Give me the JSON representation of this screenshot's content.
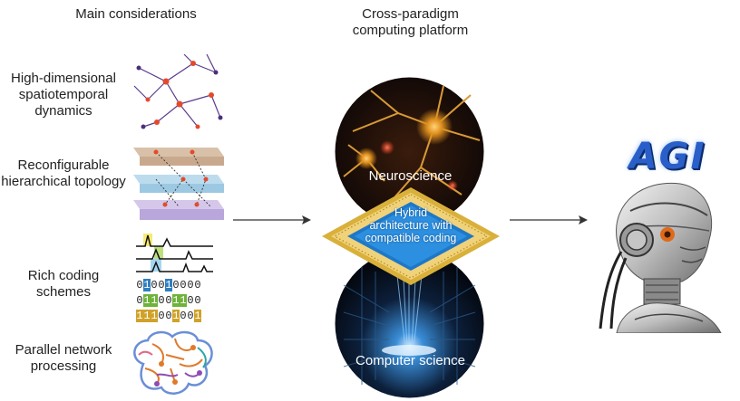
{
  "headers": {
    "left": "Main considerations",
    "center": "Cross-paradigm computing platform"
  },
  "considerations": [
    {
      "label": "High-dimensional spatiotemporal dynamics",
      "icon": "neuron-network-icon"
    },
    {
      "label": "Reconfigurable hierarchical topology",
      "icon": "layered-topology-icon"
    },
    {
      "label": "Rich coding schemes",
      "icon": "spike-coding-icon"
    },
    {
      "label": "Parallel network processing",
      "icon": "brain-circuit-icon"
    }
  ],
  "coding_rows": [
    {
      "bits": [
        "0",
        "1",
        "0",
        "0",
        "1",
        "0",
        "0",
        "0",
        "0"
      ],
      "highlight": [
        1,
        4
      ],
      "color": "#2f7fc1"
    },
    {
      "bits": [
        "0",
        "1",
        "1",
        "0",
        "0",
        "1",
        "1",
        "0",
        "0"
      ],
      "highlight": [
        1,
        2,
        5,
        6
      ],
      "color": "#6fb33a"
    },
    {
      "bits": [
        "1",
        "1",
        "1",
        "0",
        "0",
        "1",
        "0",
        "0",
        "1"
      ],
      "highlight": [
        0,
        1,
        2,
        5,
        8
      ],
      "color": "#d0a22a"
    }
  ],
  "platform": {
    "top_circle_label": "Neuroscience",
    "chip_label": "Hybrid architecture with compatible coding",
    "bottom_circle_label": "Computer science"
  },
  "output": {
    "label": "AGI",
    "icon": "humanoid-robot-icon"
  },
  "colors": {
    "arrow": "#333333",
    "chip_blue": "#1e78c8",
    "chip_gold": "#e3b83a",
    "circle_dark": "#120a08"
  }
}
